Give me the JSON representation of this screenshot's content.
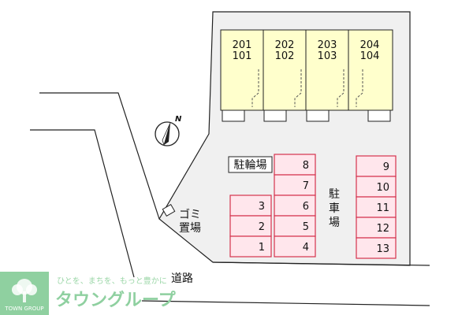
{
  "units": [
    {
      "upper": "201",
      "lower": "101"
    },
    {
      "upper": "202",
      "lower": "102"
    },
    {
      "upper": "203",
      "lower": "103"
    },
    {
      "upper": "204",
      "lower": "104"
    }
  ],
  "bicycle_parking": "駐輪場",
  "parking_label_chars": [
    "駐",
    "車",
    "場"
  ],
  "garbage_label_lines": [
    "ゴミ",
    "置場"
  ],
  "road_label": "道路",
  "north_label": "N",
  "parking_left": [
    "3",
    "2",
    "1"
  ],
  "parking_middle": [
    "8",
    "7",
    "6",
    "5",
    "4"
  ],
  "parking_right": [
    "9",
    "10",
    "11",
    "12",
    "13"
  ],
  "brand": {
    "slogan": "ひとを、まちを、もっと豊かに",
    "name": "タウングループ",
    "logo_caption": "TOWN GROUP"
  },
  "colors": {
    "building_fill": "#ffffcc",
    "slot_fill": "#ffe6ec",
    "slot_stroke": "#d4324e",
    "lot_fill": "#f0f0f0",
    "brand_green": "#8fd0a0"
  }
}
